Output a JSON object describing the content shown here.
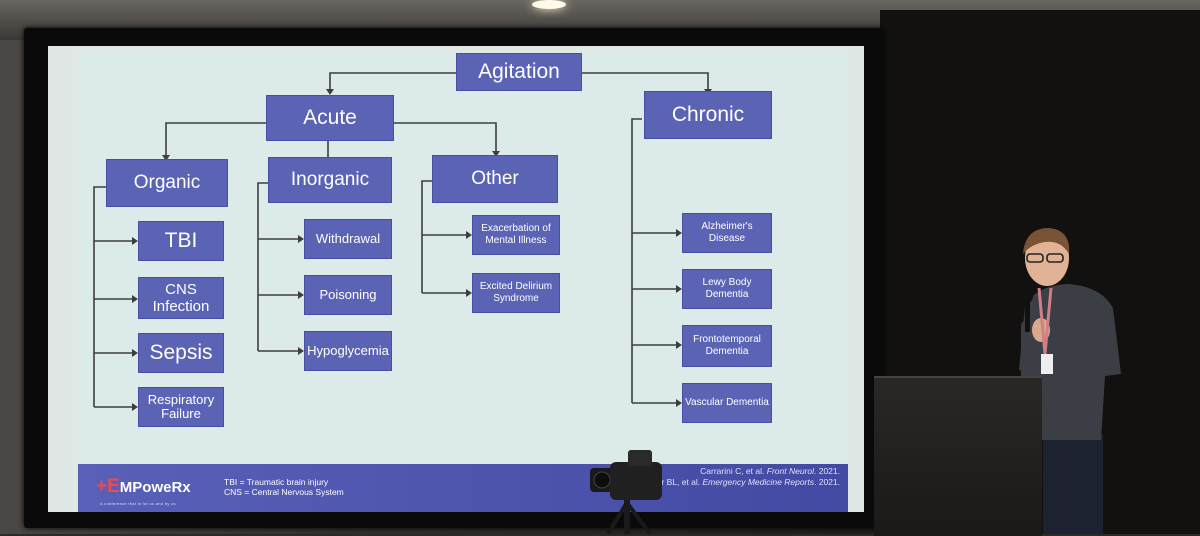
{
  "slide": {
    "root": "Agitation",
    "branches": {
      "acute": "Acute",
      "chronic": "Chronic"
    },
    "categories": {
      "organic": "Organic",
      "inorganic": "Inorganic",
      "other": "Other"
    },
    "organic_items": [
      "TBI",
      "CNS Infection",
      "Sepsis",
      "Respiratory Failure"
    ],
    "inorganic_items": [
      "Withdrawal",
      "Poisoning",
      "Hypoglycemia"
    ],
    "other_items": [
      "Exacerbation of Mental Illness",
      "Excited Delirium Syndrome"
    ],
    "chronic_items": [
      "Alzheimer's Disease",
      "Lewy Body Dementia",
      "Frontotemporal Dementia",
      "Vascular Dementia"
    ],
    "footer": {
      "logo_text": "MPoweRx",
      "logo_mark": "+E",
      "tagline": "A conference that is for us and by us",
      "abbreviations": [
        "TBI = Traumatic brain injury",
        "CNS = Central Nervous System"
      ],
      "citations": {
        "line1_prefix": "Carrarini C, et al.",
        "line1_journal": "Front Neurol",
        "line1_year": ". 2021.",
        "line2_prefix": "Springer BL, et al.",
        "line2_journal": "Emergency Medicine Reports",
        "line2_year": ". 2021."
      }
    }
  },
  "colors": {
    "box": "#5b63b5",
    "slide_bg": "#dcebea",
    "footer": "#4d55ad",
    "line": "#3e3e3e"
  }
}
